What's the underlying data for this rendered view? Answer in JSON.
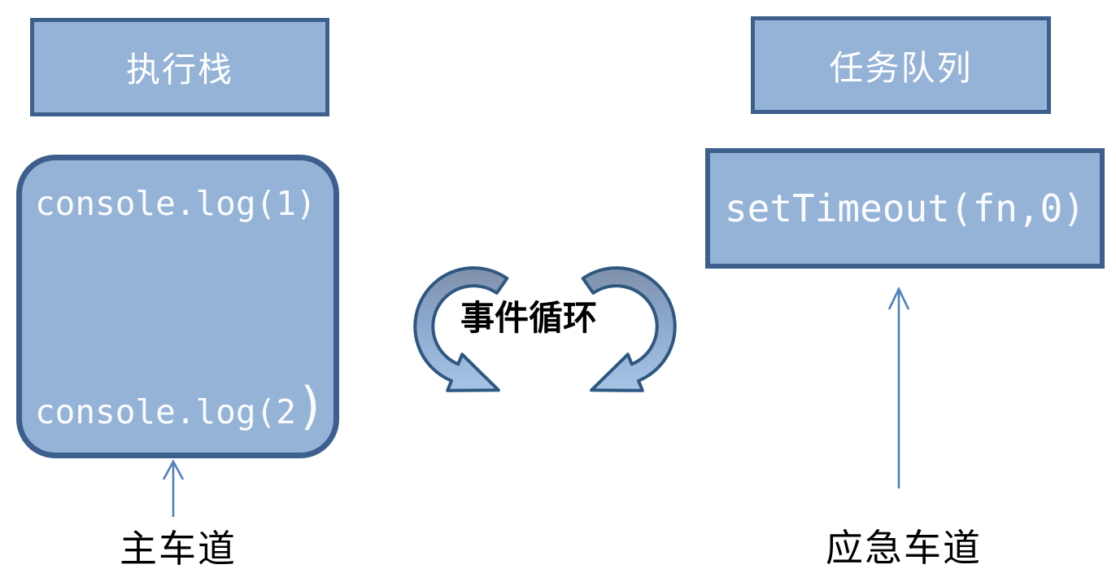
{
  "diagram": {
    "stack": {
      "header": "执行栈",
      "line1": "console.log(1)",
      "line2_text": "console.log(2",
      "line2_paren": ")",
      "lane_label": "主车道"
    },
    "queue": {
      "header": "任务队列",
      "item": "setTimeout(fn,0)",
      "lane_label": "应急车道"
    },
    "loop": {
      "label": "事件循环"
    },
    "icons": {
      "loop_icon": "circular-arrows",
      "up_arrow": "thin-up-arrow"
    },
    "colors": {
      "shape_fill": "#95b3d7",
      "shape_border": "#3c5f8d",
      "straight_arrow": "#4f81bd",
      "loop_ribbon_dark": "#7f90a9",
      "loop_ribbon_mid": "#8ba8cc",
      "loop_ribbon_light": "#a7c4e6",
      "loop_outline": "#2e5880",
      "code_text": "#fbfcfe",
      "label_text": "#000000",
      "background": "#ffffff"
    }
  }
}
